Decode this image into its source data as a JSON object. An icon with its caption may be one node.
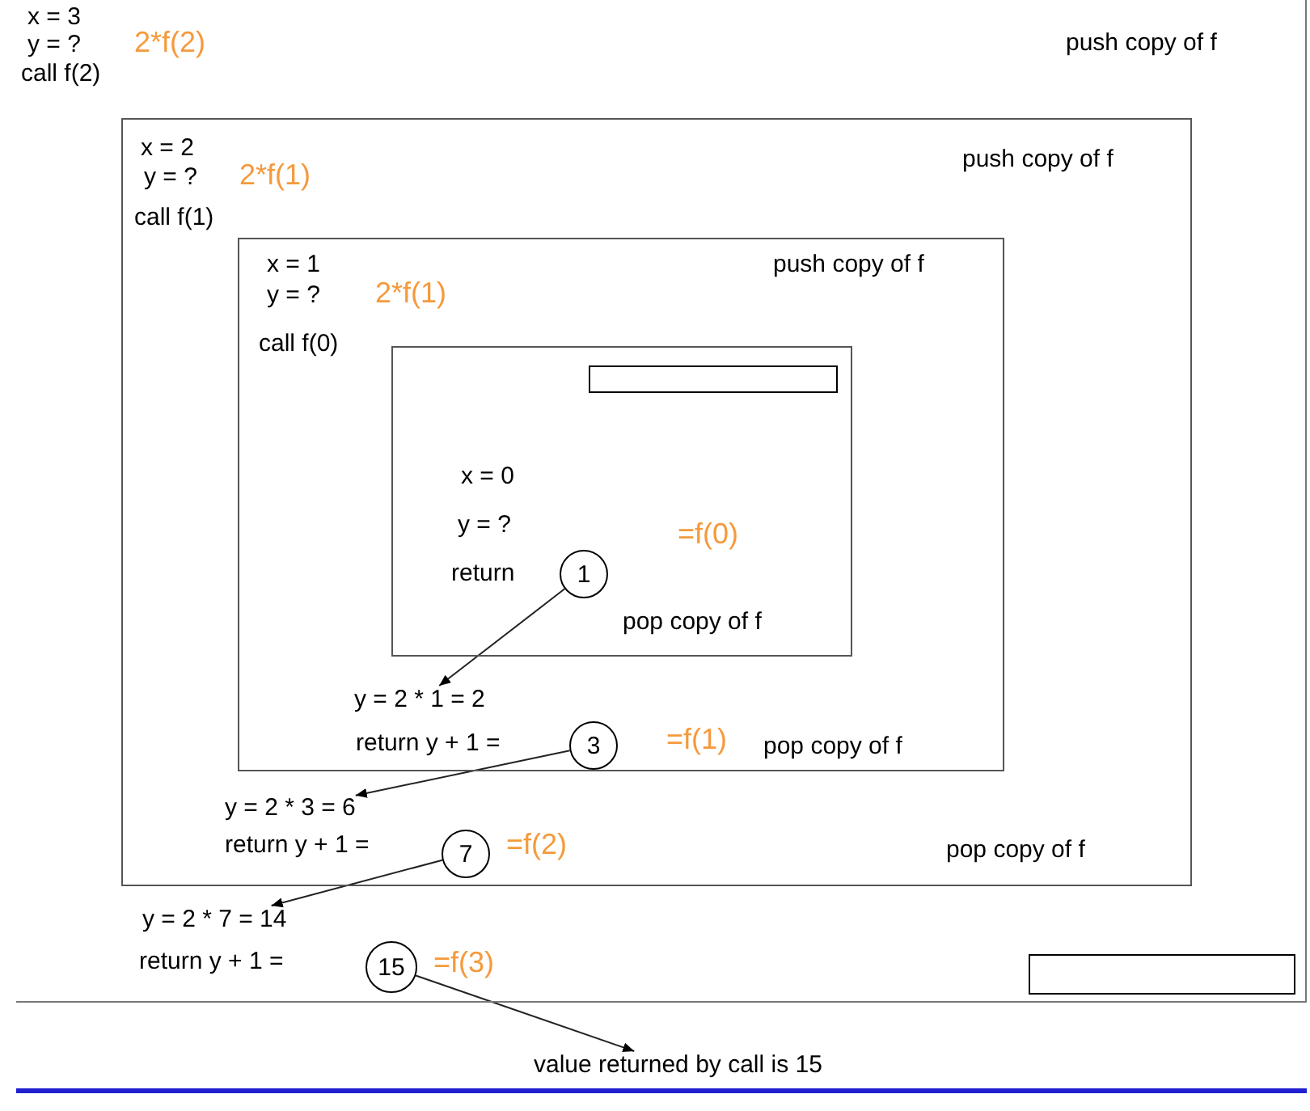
{
  "diagram": {
    "nodes": [
      {
        "text": [
          "x = 3",
          "y = ?",
          "2*f(2)",
          "call f(2)",
          "push copy of f",
          "return y + 1 =",
          "=f(3)"
        ]
      },
      {
        "text": [
          "x = 2",
          "y = ?",
          "2*f(1)",
          "call f(1)",
          "push copy of f",
          "return y + 1 =",
          "=f(2)",
          "pop copy of f"
        ],
        "in": 0
      },
      {
        "text": [
          "x = 1",
          "y = ?",
          "2*f(1)",
          "call f(0)",
          "push copy of f",
          "return y + 1 =",
          "=f(1)",
          "pop copy of f"
        ],
        "in": 1
      },
      {
        "text": [
          "x = 0",
          "y = ?",
          "=f(0)",
          "return",
          "pop copy of f"
        ],
        "in": 2
      },
      {
        "text": [],
        "shape": "box",
        "in": 3
      },
      {
        "text": [
          "1"
        ],
        "in": 3
      },
      {
        "text": [
          "y = 2 * 1 = 2"
        ],
        "in": 2
      },
      {
        "text": [
          "3"
        ],
        "in": 2
      },
      {
        "text": [
          "y = 2 * 3 = 6"
        ],
        "in": 1
      },
      {
        "text": [
          "7"
        ],
        "in": 1
      },
      {
        "text": [
          "y = 2 * 7 = 14"
        ],
        "in": 0
      },
      {
        "text": [
          "15"
        ],
        "in": 0
      },
      {
        "text": [],
        "shape": "box",
        "in": 0
      },
      {
        "text": [
          "value returned by call is 15"
        ]
      }
    ],
    "edges": [
      {
        "from": 5,
        "to": 6,
        "arrow": "to"
      },
      {
        "from": 7,
        "to": 8,
        "arrow": "to"
      },
      {
        "from": 9,
        "to": 10,
        "arrow": "to"
      },
      {
        "from": 11,
        "to": 13,
        "arrow": "to"
      }
    ]
  }
}
